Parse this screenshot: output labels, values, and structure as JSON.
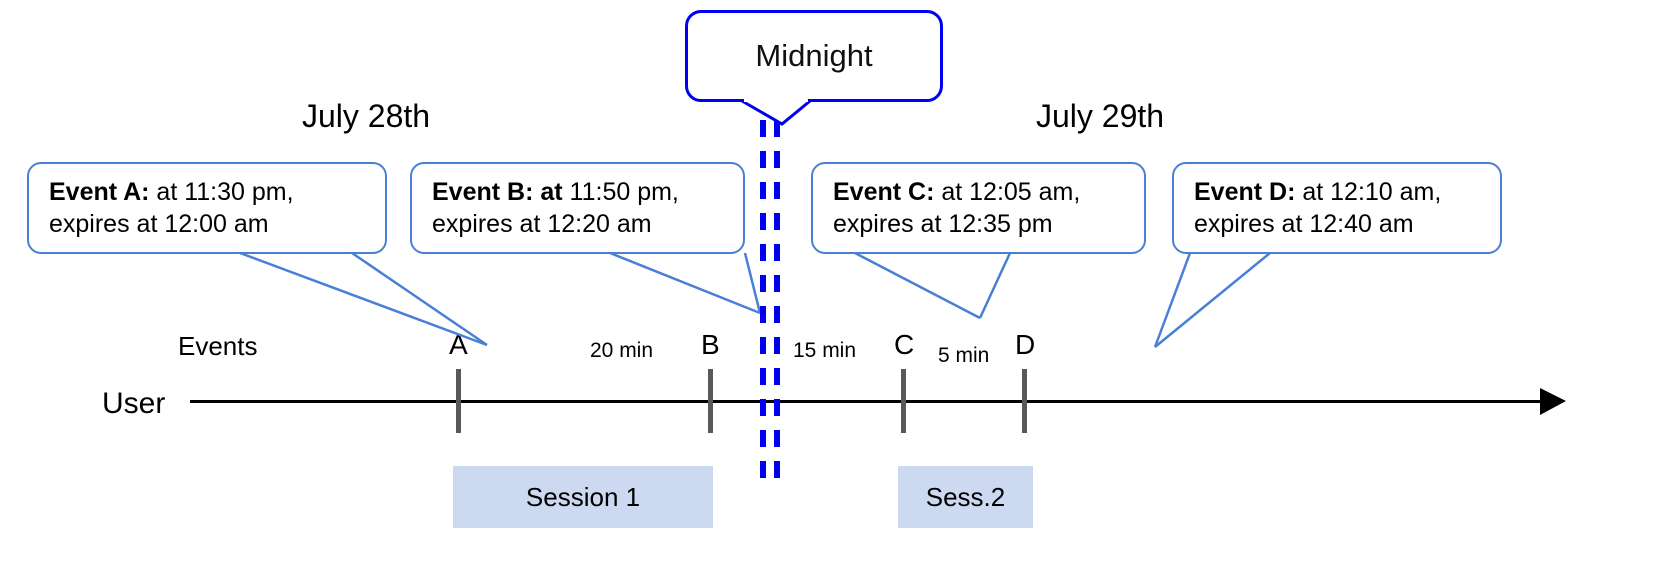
{
  "diagram": {
    "title_note": "Event expiry across midnight session timeline",
    "colors": {
      "callout_border": "#4a80d4",
      "midnight_blue": "#0000ee",
      "session_fill": "#ccd9f0",
      "timeline": "#000000",
      "tick": "#595959"
    }
  },
  "midnight": {
    "label": "Midnight"
  },
  "dates": [
    {
      "label": "July 28th"
    },
    {
      "label": "July 29th"
    }
  ],
  "rows": {
    "events_label": "Events",
    "user_label": "User"
  },
  "events": [
    {
      "letter": "A",
      "name_bold": "Event A:",
      "line1_rest": " at 11:30 pm,",
      "line2": "expires at 12:00 am",
      "at_bold": false
    },
    {
      "letter": "B",
      "name_bold": "Event B: at",
      "line1_rest": " 11:50 pm,",
      "line2": "expires at 12:20 am",
      "at_bold": true
    },
    {
      "letter": "C",
      "name_bold": "Event C:",
      "line1_rest": " at 12:05 am,",
      "line2": "expires at 12:35 pm",
      "at_bold": false
    },
    {
      "letter": "D",
      "name_bold": "Event D:",
      "line1_rest": "  at 12:10 am,",
      "line2": "expires at 12:40 am",
      "at_bold": false
    }
  ],
  "gaps": [
    {
      "label": "20 min"
    },
    {
      "label": "15 min"
    },
    {
      "label": "5 min"
    }
  ],
  "sessions": [
    {
      "label": "Session 1"
    },
    {
      "label": "Sess.2"
    }
  ],
  "chart_data": {
    "type": "timeline",
    "axis": "time",
    "points": [
      {
        "id": "A",
        "time": "11:30 pm",
        "day": "July 28th",
        "expires": "12:00 am"
      },
      {
        "id": "B",
        "time": "11:50 pm",
        "day": "July 28th",
        "expires": "12:20 am"
      },
      {
        "id": "C",
        "time": "12:05 am",
        "day": "July 29th",
        "expires": "12:35 pm"
      },
      {
        "id": "D",
        "time": "12:10 am",
        "day": "July 29th",
        "expires": "12:40 am"
      }
    ],
    "intervals": [
      {
        "from": "A",
        "to": "B",
        "label": "20 min"
      },
      {
        "from": "B",
        "to": "C",
        "label": "15 min"
      },
      {
        "from": "C",
        "to": "D",
        "label": "5 min"
      }
    ],
    "boundaries": [
      {
        "label": "Midnight",
        "between": [
          "July 28th",
          "July 29th"
        ]
      }
    ],
    "spans": [
      {
        "label": "Session 1",
        "covers": [
          "A",
          "B"
        ]
      },
      {
        "label": "Sess.2",
        "covers": [
          "C",
          "D"
        ]
      }
    ]
  }
}
